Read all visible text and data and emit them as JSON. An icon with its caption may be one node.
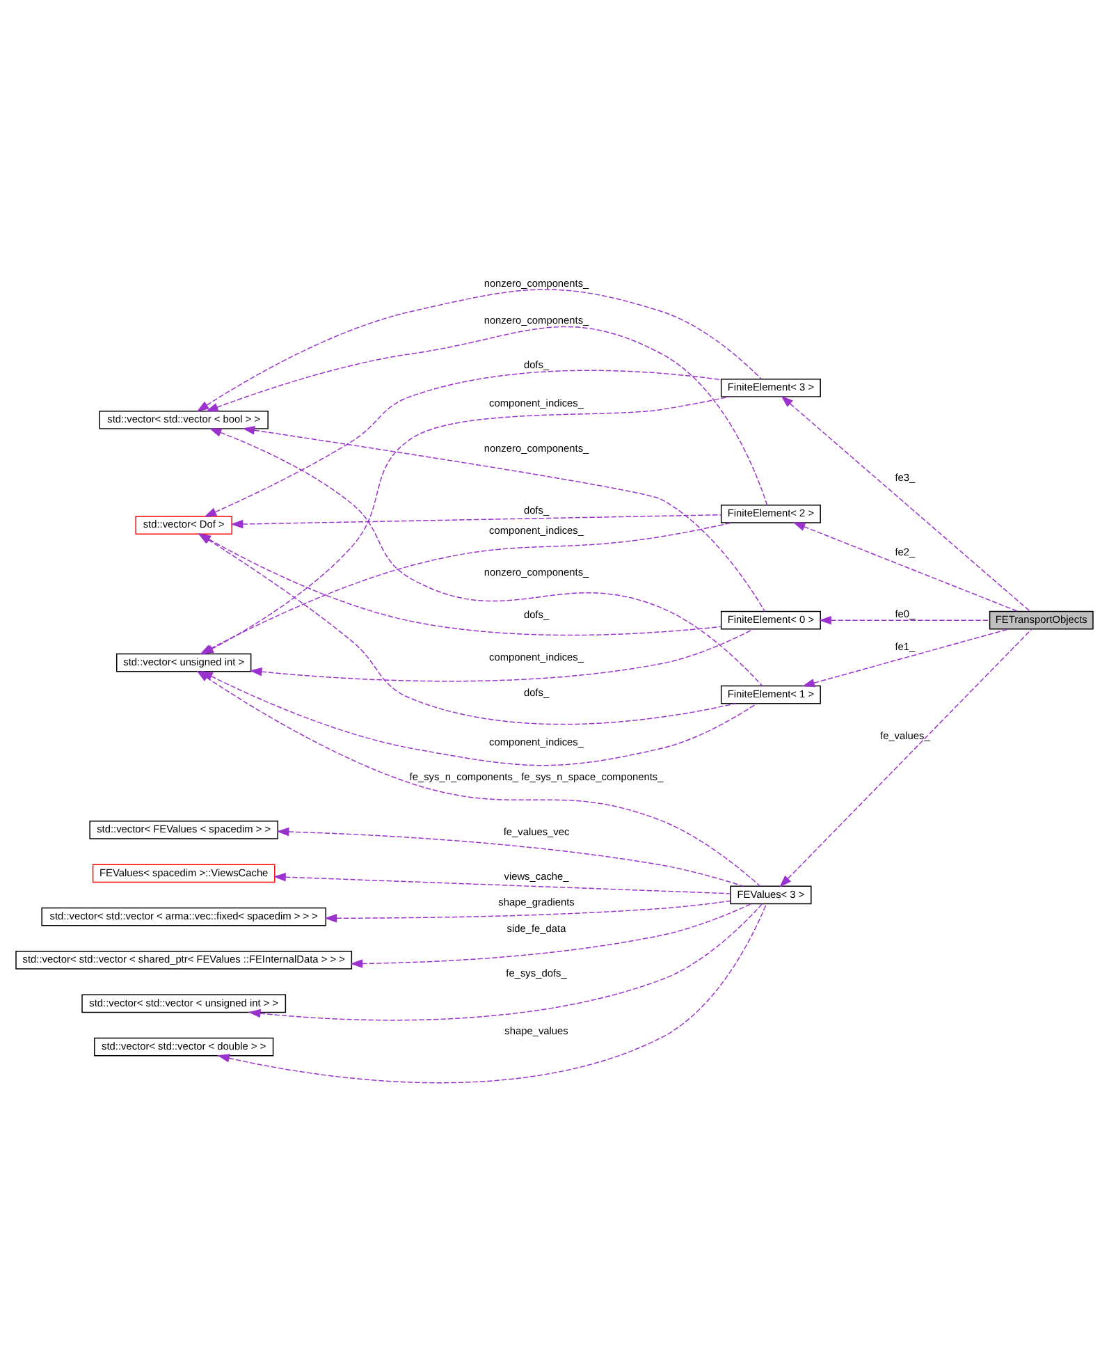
{
  "diagram": {
    "nodes": [
      {
        "text": [
          "FETransportObjects"
        ]
      },
      {
        "text": [
          "FiniteElement< 3 >"
        ]
      },
      {
        "text": [
          "FiniteElement< 2 >"
        ]
      },
      {
        "text": [
          "FiniteElement< 0 >"
        ]
      },
      {
        "text": [
          "FiniteElement< 1 >"
        ]
      },
      {
        "text": [
          "FEValues< 3 >"
        ]
      },
      {
        "text": [
          "std::vector< std::vector < bool > >"
        ]
      },
      {
        "text": [
          "std::vector< Dof >"
        ]
      },
      {
        "text": [
          "std::vector< unsigned int >"
        ]
      },
      {
        "text": [
          "std::vector< FEValues < spacedim > >"
        ]
      },
      {
        "text": [
          "FEValues< spacedim >::ViewsCache"
        ]
      },
      {
        "text": [
          "std::vector< std::vector < arma::vec::fixed< spacedim > > >"
        ]
      },
      {
        "text": [
          "std::vector< std::vector < shared_ptr< FEValues ::FEInternalData > > >"
        ]
      },
      {
        "text": [
          "std::vector< std::vector < unsigned int > >"
        ]
      },
      {
        "text": [
          "std::vector< std::vector < double > >"
        ]
      }
    ],
    "edges": [
      {
        "from": 0,
        "to": 1,
        "arrow": "to",
        "style": "dashed",
        "label": "fe3_"
      },
      {
        "from": 0,
        "to": 2,
        "arrow": "to",
        "style": "dashed",
        "label": "fe2_"
      },
      {
        "from": 0,
        "to": 3,
        "arrow": "to",
        "style": "dashed",
        "label": "fe0_"
      },
      {
        "from": 0,
        "to": 4,
        "arrow": "to",
        "style": "dashed",
        "label": "fe1_"
      },
      {
        "from": 0,
        "to": 5,
        "arrow": "to",
        "style": "dashed",
        "label": "fe_values_"
      },
      {
        "from": 1,
        "to": 6,
        "arrow": "to",
        "style": "dashed",
        "label": "nonzero_components_"
      },
      {
        "from": 2,
        "to": 6,
        "arrow": "to",
        "style": "dashed",
        "label": "nonzero_components_"
      },
      {
        "from": 3,
        "to": 6,
        "arrow": "to",
        "style": "dashed",
        "label": "nonzero_components_"
      },
      {
        "from": 4,
        "to": 6,
        "arrow": "to",
        "style": "dashed",
        "label": "nonzero_components_"
      },
      {
        "from": 1,
        "to": 7,
        "arrow": "to",
        "style": "dashed",
        "label": "dofs_"
      },
      {
        "from": 2,
        "to": 7,
        "arrow": "to",
        "style": "dashed",
        "label": "dofs_"
      },
      {
        "from": 3,
        "to": 7,
        "arrow": "to",
        "style": "dashed",
        "label": "dofs_"
      },
      {
        "from": 4,
        "to": 7,
        "arrow": "to",
        "style": "dashed",
        "label": "dofs_"
      },
      {
        "from": 1,
        "to": 8,
        "arrow": "to",
        "style": "dashed",
        "label": "component_indices_"
      },
      {
        "from": 2,
        "to": 8,
        "arrow": "to",
        "style": "dashed",
        "label": "component_indices_"
      },
      {
        "from": 3,
        "to": 8,
        "arrow": "to",
        "style": "dashed",
        "label": "component_indices_"
      },
      {
        "from": 4,
        "to": 8,
        "arrow": "to",
        "style": "dashed",
        "label": "component_indices_"
      },
      {
        "from": 5,
        "to": 8,
        "arrow": "to",
        "style": "dashed",
        "label": "fe_sys_n_components_ fe_sys_n_space_components_"
      },
      {
        "from": 5,
        "to": 9,
        "arrow": "to",
        "style": "dashed",
        "label": "fe_values_vec"
      },
      {
        "from": 5,
        "to": 10,
        "arrow": "to",
        "style": "dashed",
        "label": "views_cache_"
      },
      {
        "from": 5,
        "to": 11,
        "arrow": "to",
        "style": "dashed",
        "label": "shape_gradients"
      },
      {
        "from": 5,
        "to": 12,
        "arrow": "to",
        "style": "dashed",
        "label": "side_fe_data"
      },
      {
        "from": 5,
        "to": 13,
        "arrow": "to",
        "style": "dashed",
        "label": "fe_sys_dofs_"
      },
      {
        "from": 5,
        "to": 14,
        "arrow": "to",
        "style": "dashed",
        "label": "shape_values"
      }
    ]
  }
}
